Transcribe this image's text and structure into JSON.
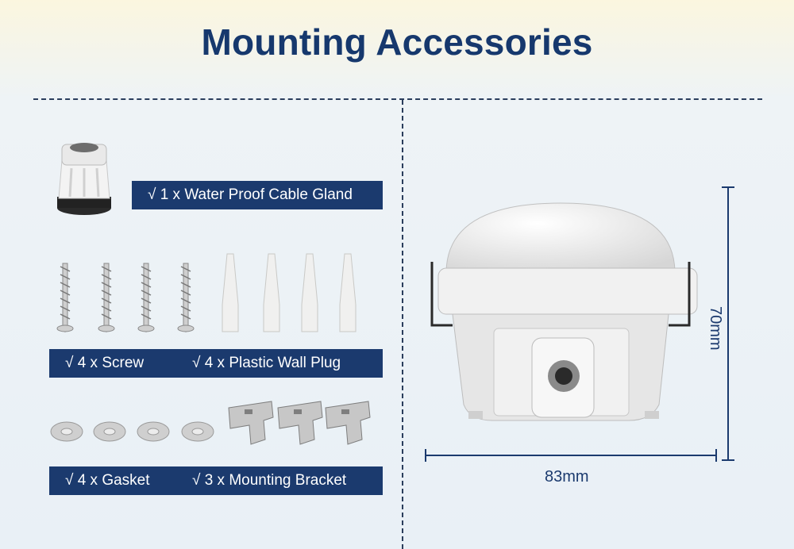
{
  "title": "Mounting Accessories",
  "labels": {
    "gland": "√ 1 x Water Proof Cable Gland",
    "screw": "√ 4 x Screw",
    "plug": "√ 4 x Plastic Wall Plug",
    "gasket": "√ 4 x Gasket",
    "bracket": "√ 3 x Mounting Bracket"
  },
  "dimensions": {
    "width": "83mm",
    "height": "70mm"
  },
  "colors": {
    "accent": "#1b3a6e",
    "title": "#16386d"
  }
}
